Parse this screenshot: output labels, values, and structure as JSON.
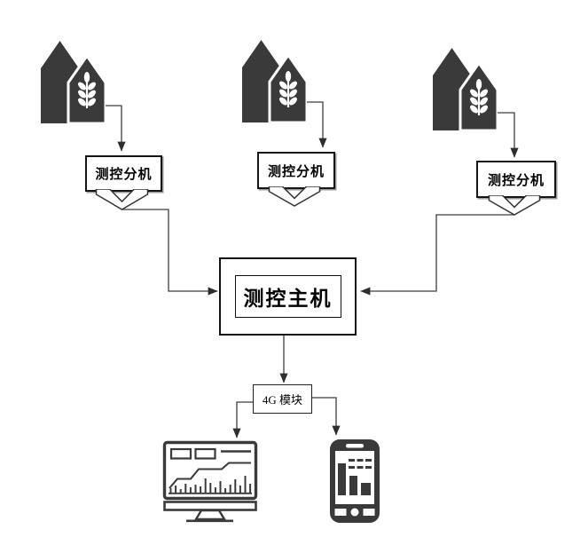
{
  "diagram": {
    "sub_units": [
      {
        "label": "测控分机"
      },
      {
        "label": "测控分机"
      },
      {
        "label": "测控分机"
      }
    ],
    "host": {
      "label": "测控主机"
    },
    "module": {
      "label": "4G 模块"
    }
  },
  "icons": {
    "granary": "granary-building-icon",
    "monitor": "monitor-chart-icon",
    "phone": "smartphone-chart-icon",
    "chevron": "down-chevron-icon"
  },
  "colors": {
    "icon_fill": "#3a3a3a",
    "line": "#3f3f3f",
    "border": "#151515",
    "background": "#ffffff"
  }
}
